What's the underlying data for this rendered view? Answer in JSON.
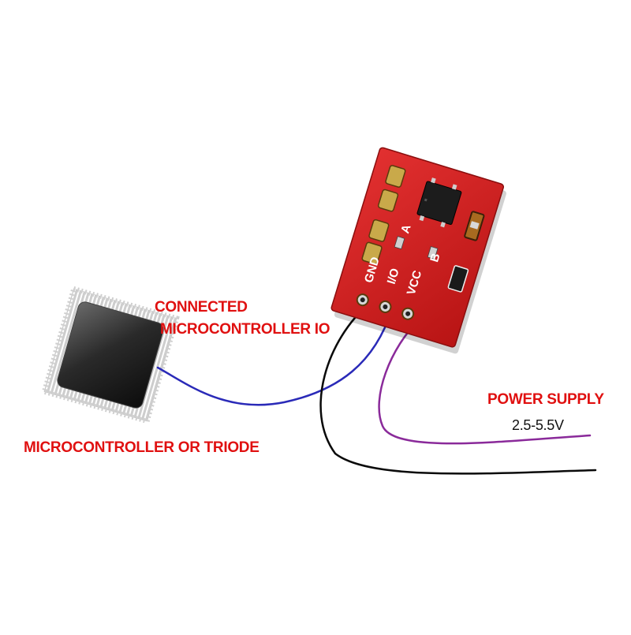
{
  "labels": {
    "connected_line1": "CONNECTED",
    "connected_line2": "MICROCONTROLLER IO",
    "mcu": "MICROCONTROLLER OR TRIODE",
    "power_supply": "POWER SUPPLY",
    "voltage": "2.5-5.5V"
  },
  "board": {
    "pin_labels": [
      "GND",
      "I/O",
      "VCC"
    ],
    "jumper_labels": [
      "A",
      "B"
    ]
  },
  "colors": {
    "label_red": "#e01010",
    "pcb_red": "#d81e1e",
    "wire_blue": "#2a2ab8",
    "wire_purple": "#8a2a9a",
    "wire_black": "#0a0a0a"
  }
}
